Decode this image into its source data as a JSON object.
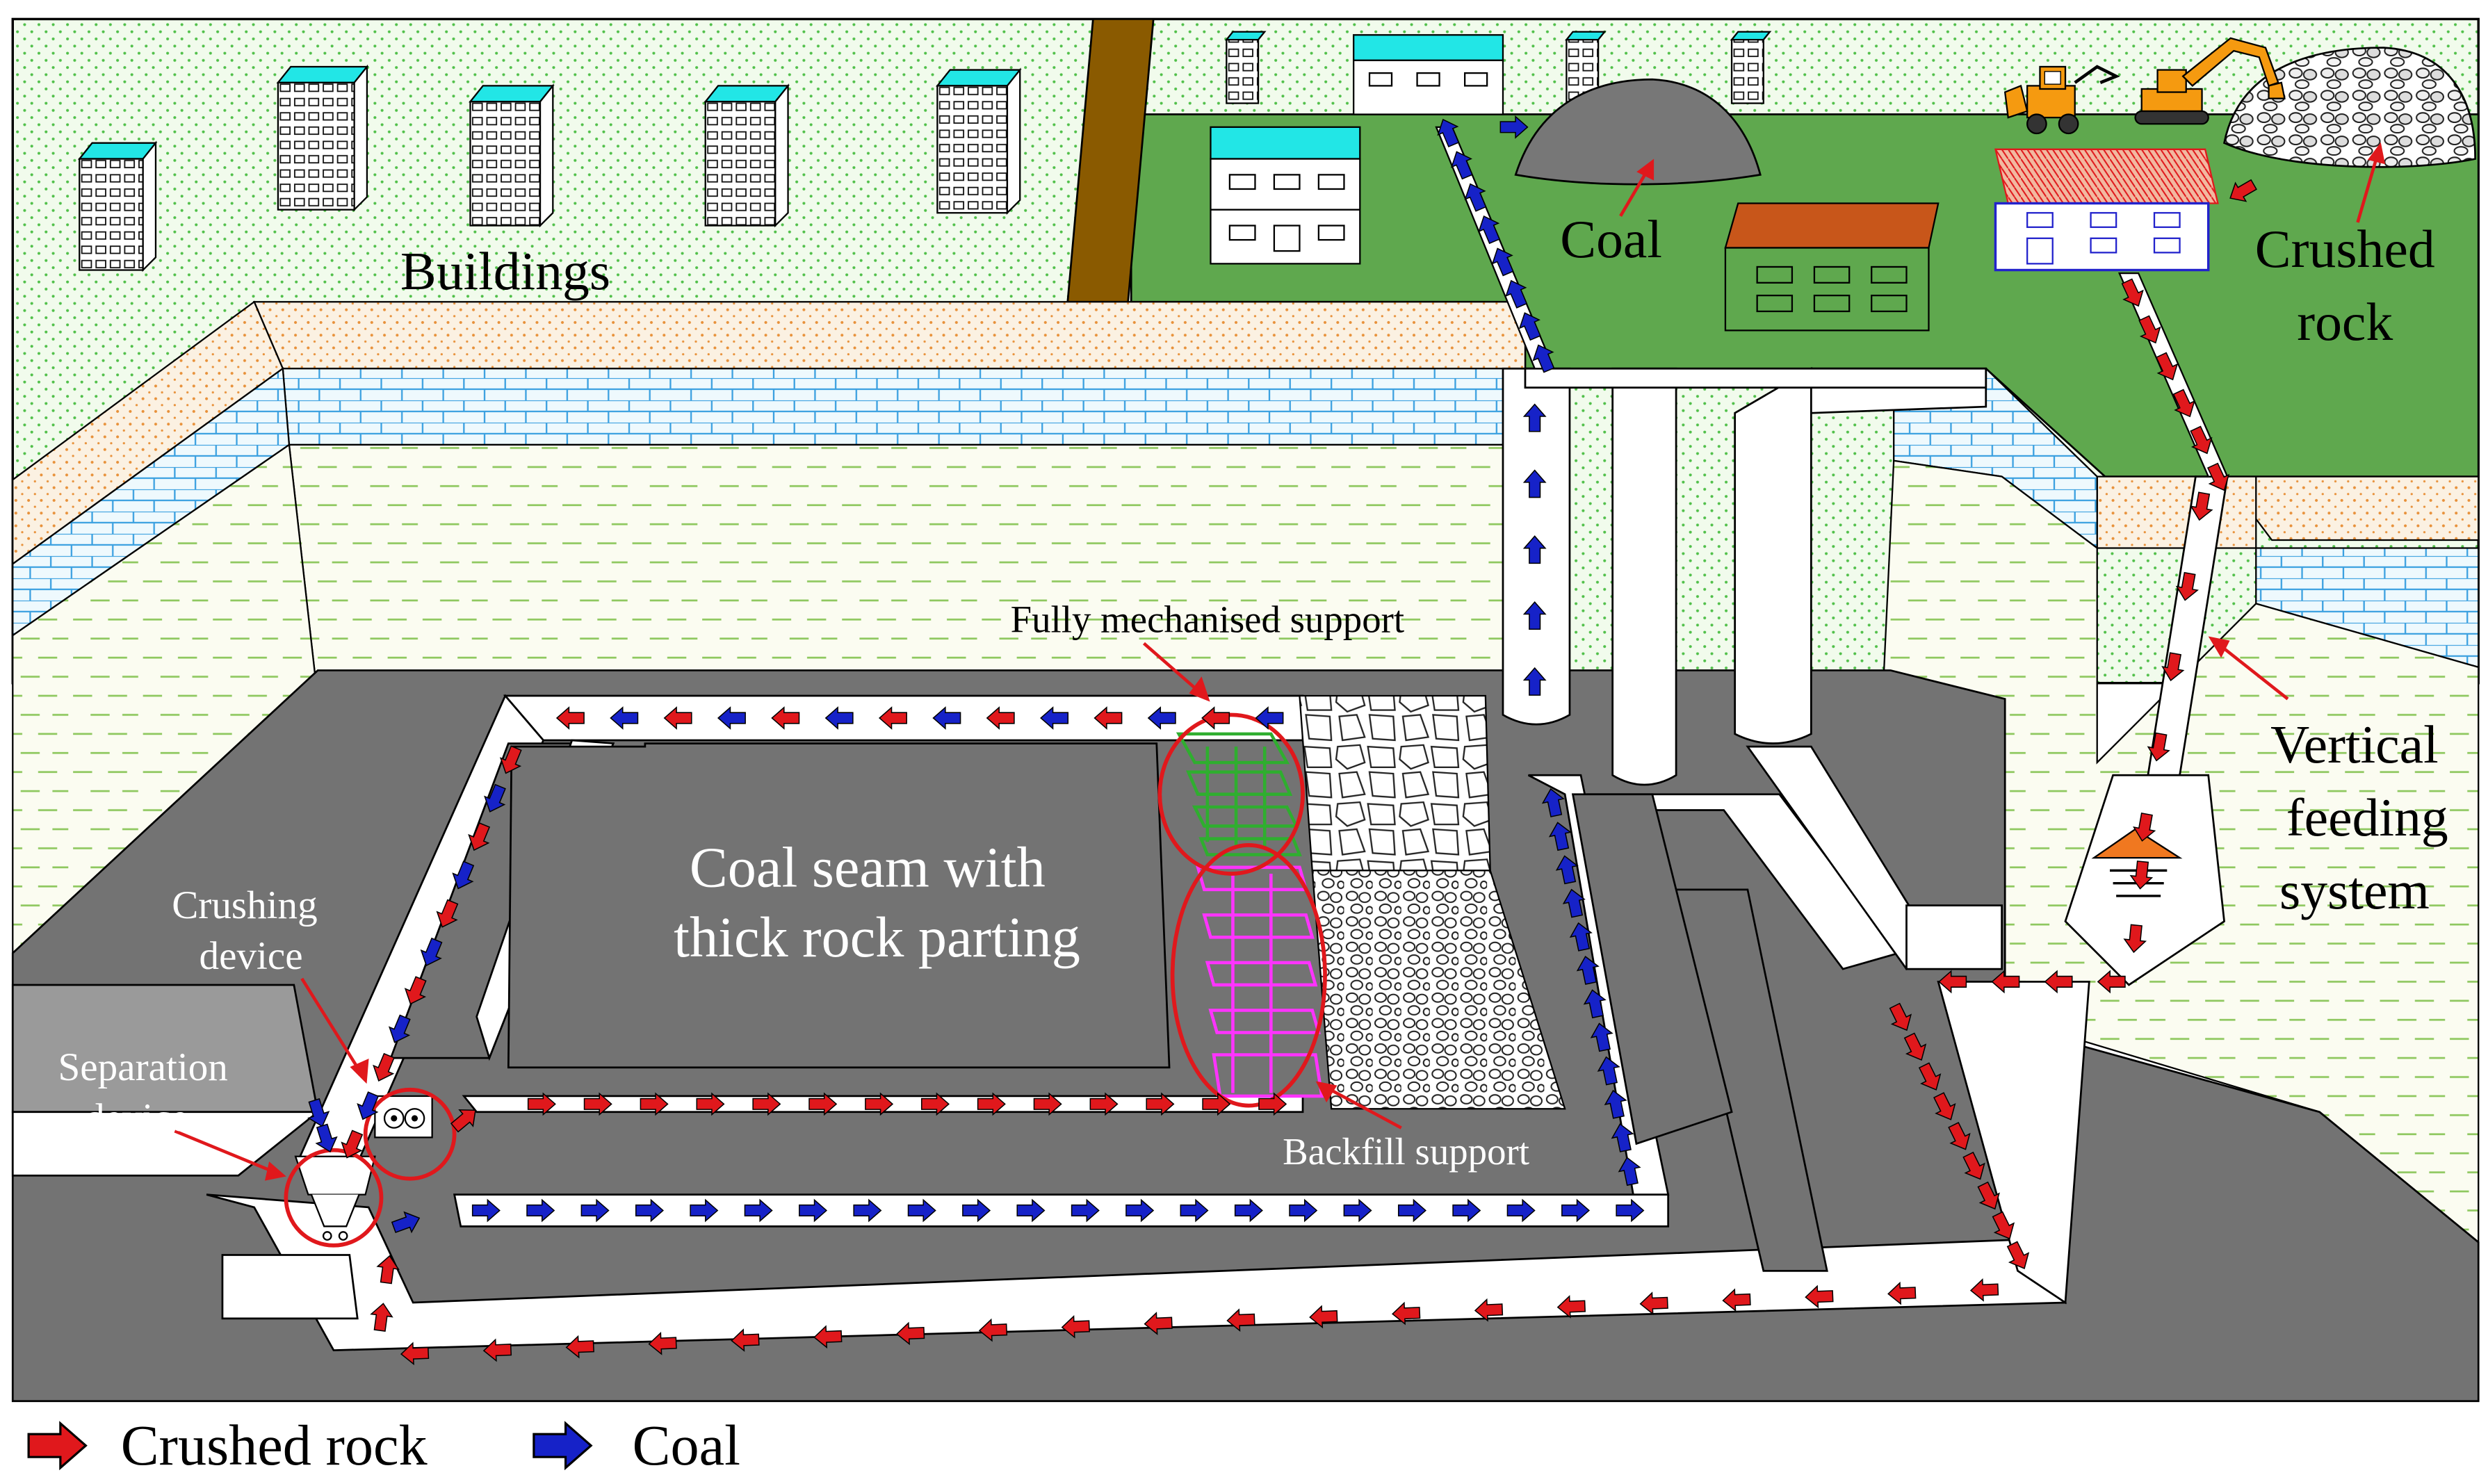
{
  "labels": {
    "buildings": "Buildings",
    "coal_pile": "Coal",
    "crushed_rock_line1": "Crushed",
    "crushed_rock_line2": "rock",
    "fully_mechanised_support": "Fully mechanised support",
    "backfill_support": "Backfill support",
    "coal_seam_line1": "Coal  seam with",
    "coal_seam_line2": "thick rock parting",
    "crushing_device_line1": "Crushing",
    "crushing_device_line2": "device",
    "separation_device_line1": "Separation",
    "separation_device_line2": "device",
    "vertical_feeding_line1": "Vertical",
    "vertical_feeding_line2": "feeding",
    "vertical_feeding_line3": "system"
  },
  "legend": {
    "crushed_rock": "Crushed rock",
    "coal": "Coal"
  },
  "colors": {
    "crushed_rock_arrow": "#e0181c",
    "coal_arrow": "#1622c8",
    "annotation": "#e0181c",
    "fully_mechanised_support": "#2fae2f",
    "backfill_support": "#ff33ff",
    "coal_seam": "#737373",
    "surface_green": "#5fa84e",
    "sky_dotted": "#e9f8e3",
    "building_roof": "#22e6e6",
    "sand_layer": "#f6e9d4",
    "brick_layer": "#dff1f8"
  },
  "icons": [
    "bulldozer-icon",
    "excavator-icon",
    "building-icon",
    "rock-pile-icon",
    "coal-pile-icon"
  ]
}
